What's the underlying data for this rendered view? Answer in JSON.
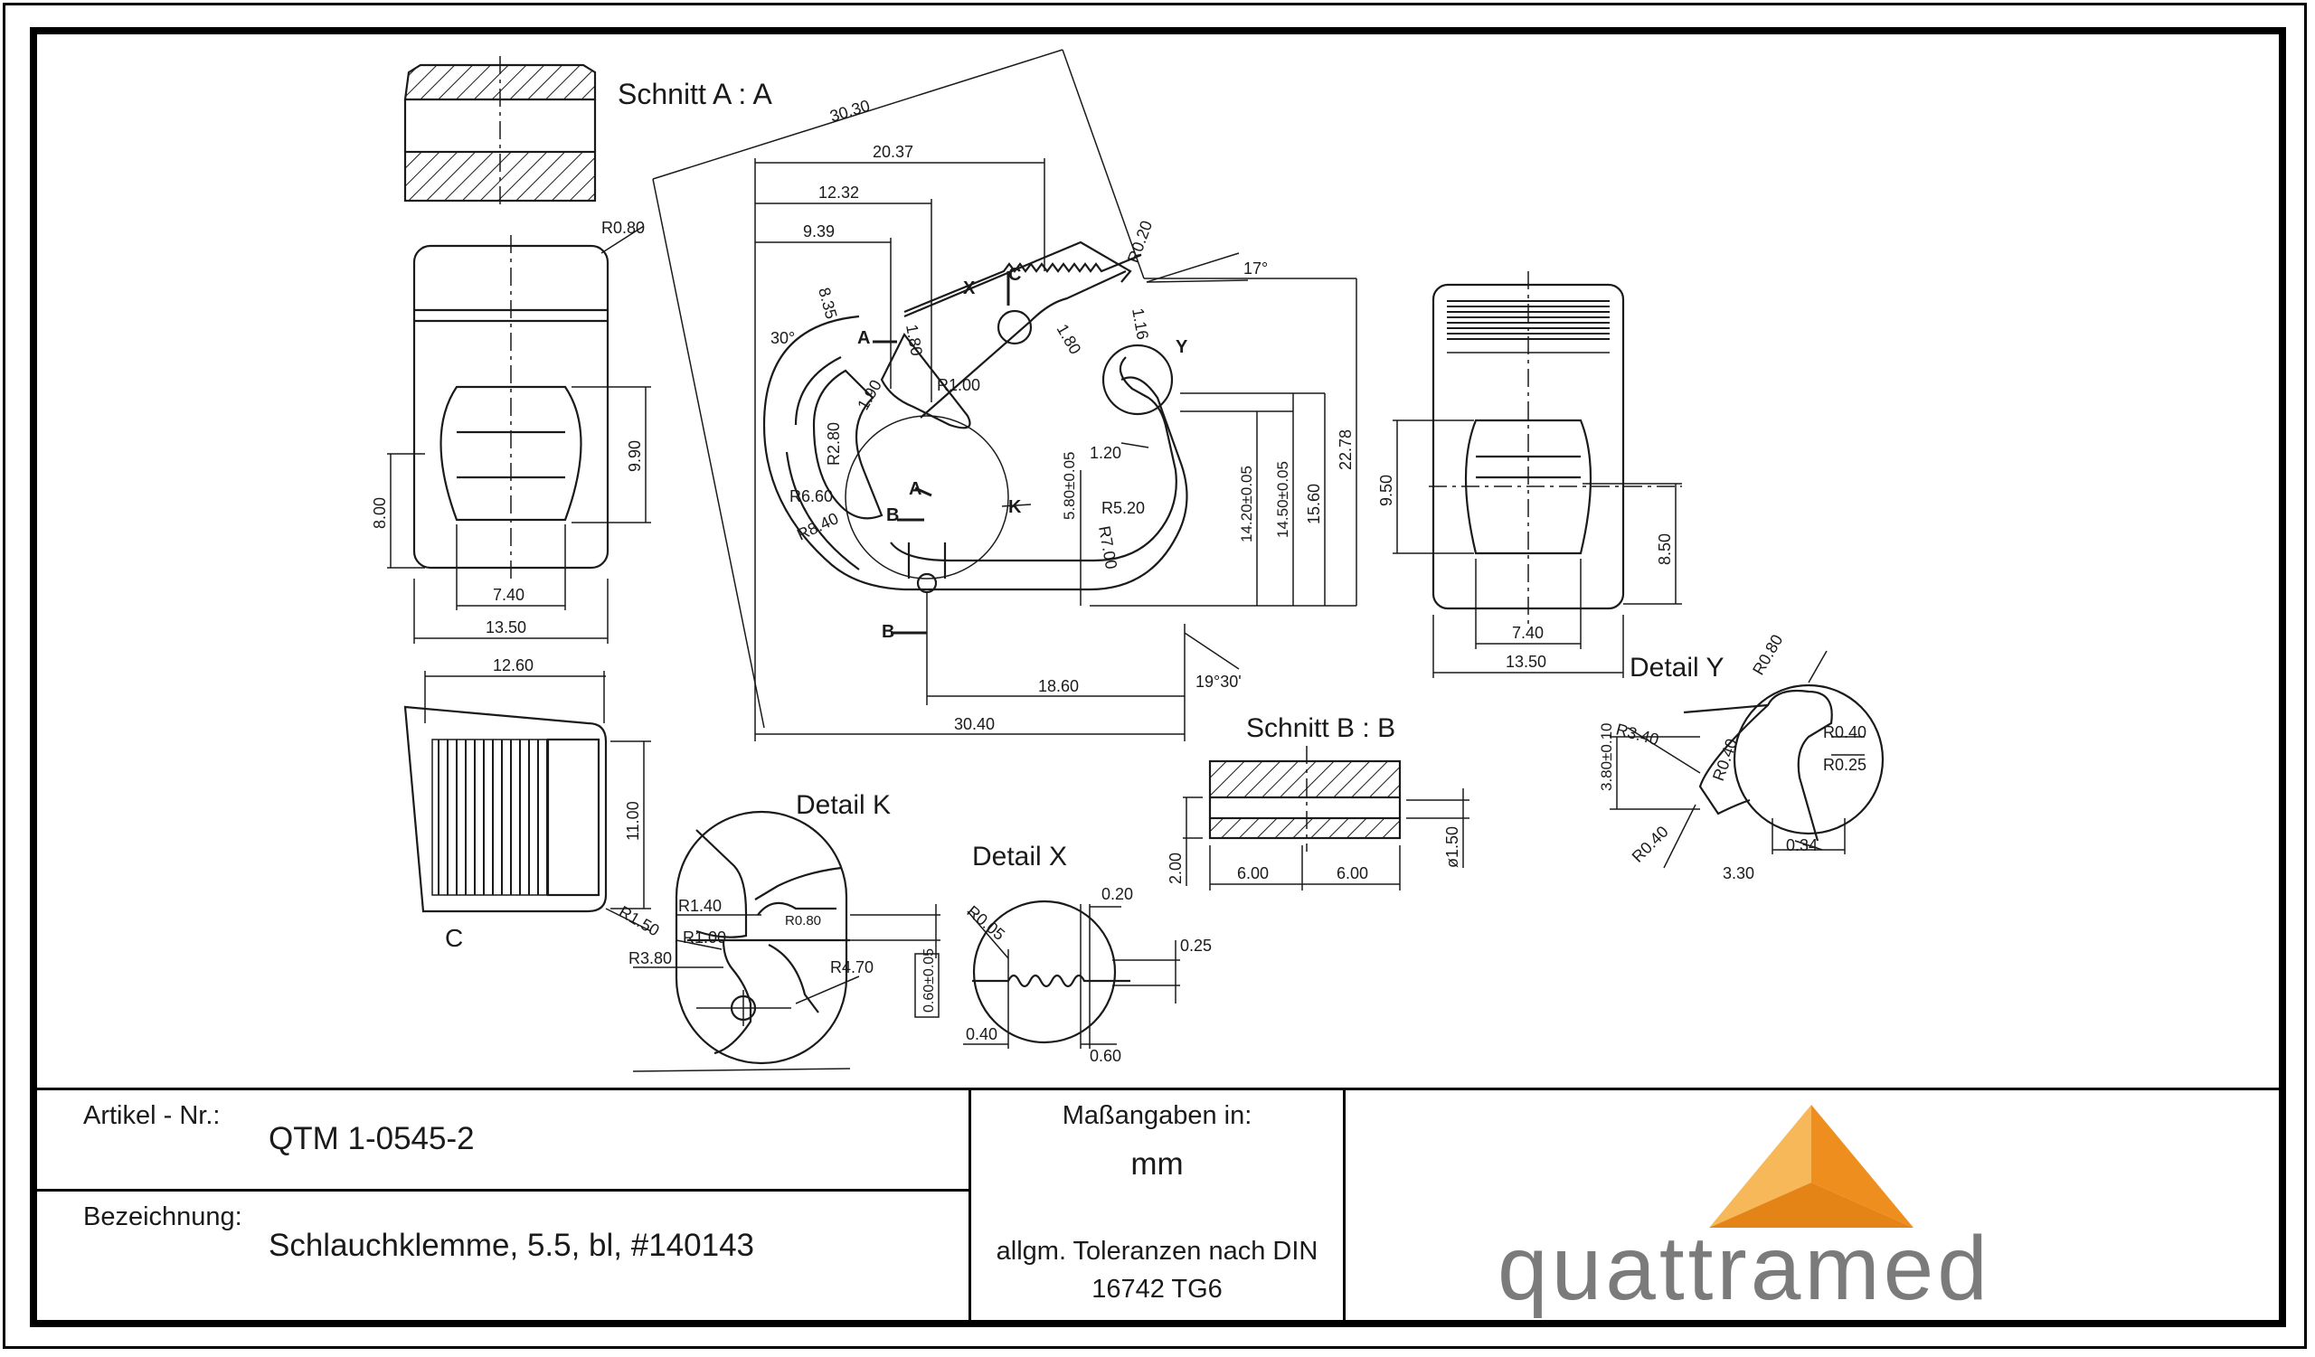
{
  "drawing": {
    "views": {
      "section_aa": "Schnitt A : A",
      "section_bb": "Schnitt B : B",
      "detail_k": "Detail K",
      "detail_x": "Detail X",
      "detail_y": "Detail Y",
      "view_c": "C"
    },
    "markers": {
      "a": "A",
      "b": "B",
      "c": "C",
      "x": "X",
      "y": "Y",
      "k": "K"
    },
    "dimensions": {
      "d30_30": "30.30",
      "d20_37": "20.37",
      "d12_32": "12.32",
      "d9_39": "9.39",
      "d8_35": "8.35",
      "d1_80a": "1.80",
      "d1_80b": "1.80",
      "d1_90": "1.90",
      "r1_00": "R1.00",
      "r0_20": "R0.20",
      "a17": "17°",
      "d1_16": "1.16",
      "a30": "30°",
      "r2_80": "R2.80",
      "r6_60": "R6.60",
      "r8_40": "R8.40",
      "d1_20": "1.20",
      "d5_80": "5.80±0.05",
      "r5_20": "R5.20",
      "r7_00": "R7.00",
      "d14_20": "14.20±0.05",
      "d14_50": "14.50±0.05",
      "d15_60": "15.60",
      "d22_78": "22.78",
      "d18_60": "18.60",
      "a19_30": "19°30'",
      "d30_40": "30.40",
      "r0_80": "R0.80",
      "d9_90": "9.90",
      "d8_00": "8.00",
      "d7_40a": "7.40",
      "d13_50a": "13.50",
      "d9_50": "9.50",
      "d8_50": "8.50",
      "d7_40b": "7.40",
      "d13_50b": "13.50",
      "d12_60": "12.60",
      "d11_00": "11.00",
      "r1_50": "R1.50",
      "r1_40": "R1.40",
      "r0_80k": "R0.80",
      "r1_00k": "R1.00",
      "r3_80": "R3.80",
      "r4_70": "R4.70",
      "d0_60": "0.60±0.05",
      "r0_05": "R0.05",
      "d0_20": "0.20",
      "d0_25": "0.25",
      "d0_40x": "0.40",
      "d0_60x": "0.60",
      "d2_00": "2.00",
      "d6_00a": "6.00",
      "d6_00b": "6.00",
      "d1_50": "ø1.50",
      "r0_80y": "R0.80",
      "r3_40": "R3.40",
      "r0_40a": "R0.40",
      "r0_25": "R0.25",
      "d3_80": "3.80±0.10",
      "r0_40b": "R0.40",
      "r0_40c": "R0.40",
      "d0_34": "0.34",
      "d3_30": "3.30"
    }
  },
  "title_block": {
    "article_label": "Artikel - Nr.:",
    "article_value": "QTM 1-0545-2",
    "designation_label": "Bezeichnung:",
    "designation_value": "Schlauchklemme, 5.5, bl, #140143",
    "units_label": "Maßangaben in:",
    "units_value": "mm",
    "tolerance_line1": "allgm. Toleranzen nach DIN",
    "tolerance_line2": "16742 TG6",
    "logo_text": "quattramed"
  },
  "colors": {
    "logo_orange_light": "#F7B85A",
    "logo_orange": "#EE8E1F",
    "logo_orange_dark": "#E07A0E",
    "logo_text": "#7b7b7b",
    "line": "#1a1a1a"
  }
}
